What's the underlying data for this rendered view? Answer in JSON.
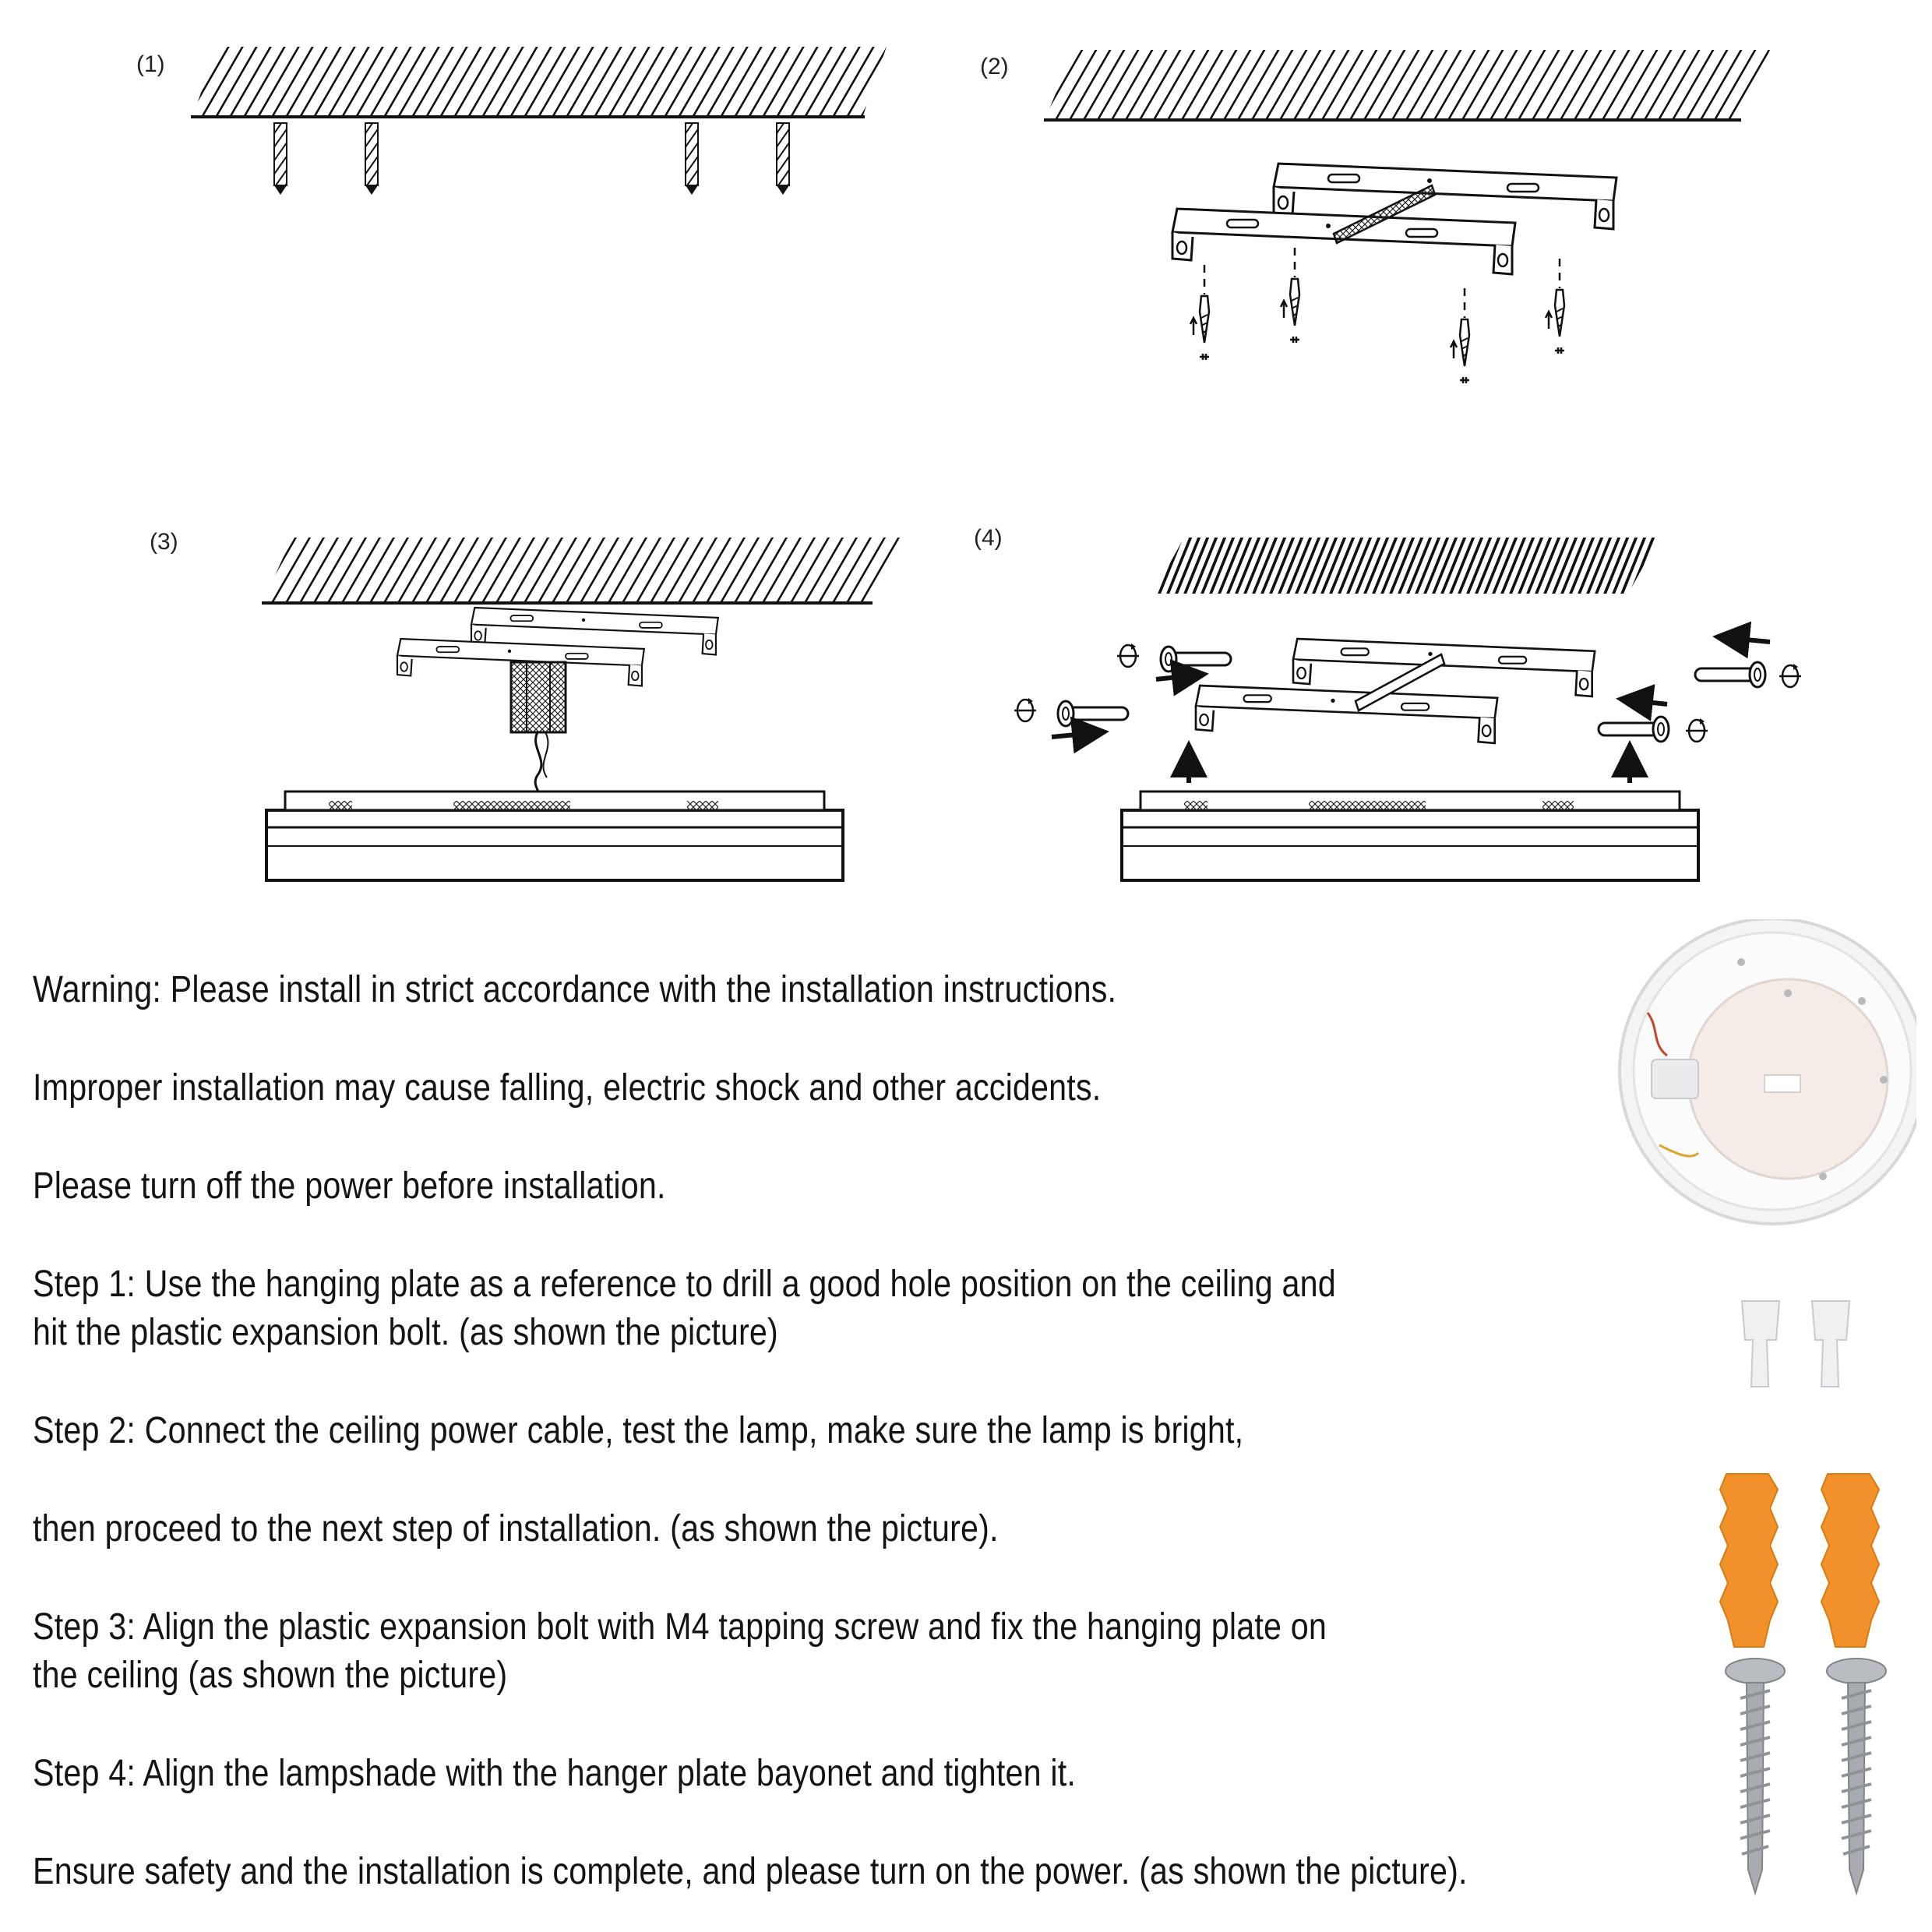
{
  "steps": {
    "s1": "(1)",
    "s2": "(2)",
    "s3": "(3)",
    "s4": "(4)"
  },
  "text": {
    "warning": "Warning: Please install in strict accordance with the installation instructions.",
    "improper": "Improper installation may cause falling, electric shock and other accidents.",
    "power_off": "Please turn off the power before installation.",
    "step1_a": "Step 1: Use the hanging plate as a reference to drill a good hole position on the ceiling and",
    "step1_b": "hit the plastic expansion bolt. (as shown the picture)",
    "step2_a": "Step 2: Connect the ceiling power cable, test the lamp, make sure the lamp is bright,",
    "step2_b": "then proceed to the next step of installation. (as shown the picture).",
    "step3_a": "Step 3: Align the plastic expansion bolt with M4 tapping screw and fix the hanging plate on",
    "step3_b": "the ceiling (as shown the picture)",
    "step4": "Step 4: Align the lampshade with the hanger plate bayonet and tighten it.",
    "ensure": "Ensure safety and the installation is complete, and please turn on the power. (as shown the picture)."
  },
  "colors": {
    "line": "#111111",
    "anchor_orange": "#f2912a",
    "connector_white": "#eef0f2",
    "screw_silver": "#a8acb0",
    "lamp_base": "#f2f2f2"
  }
}
